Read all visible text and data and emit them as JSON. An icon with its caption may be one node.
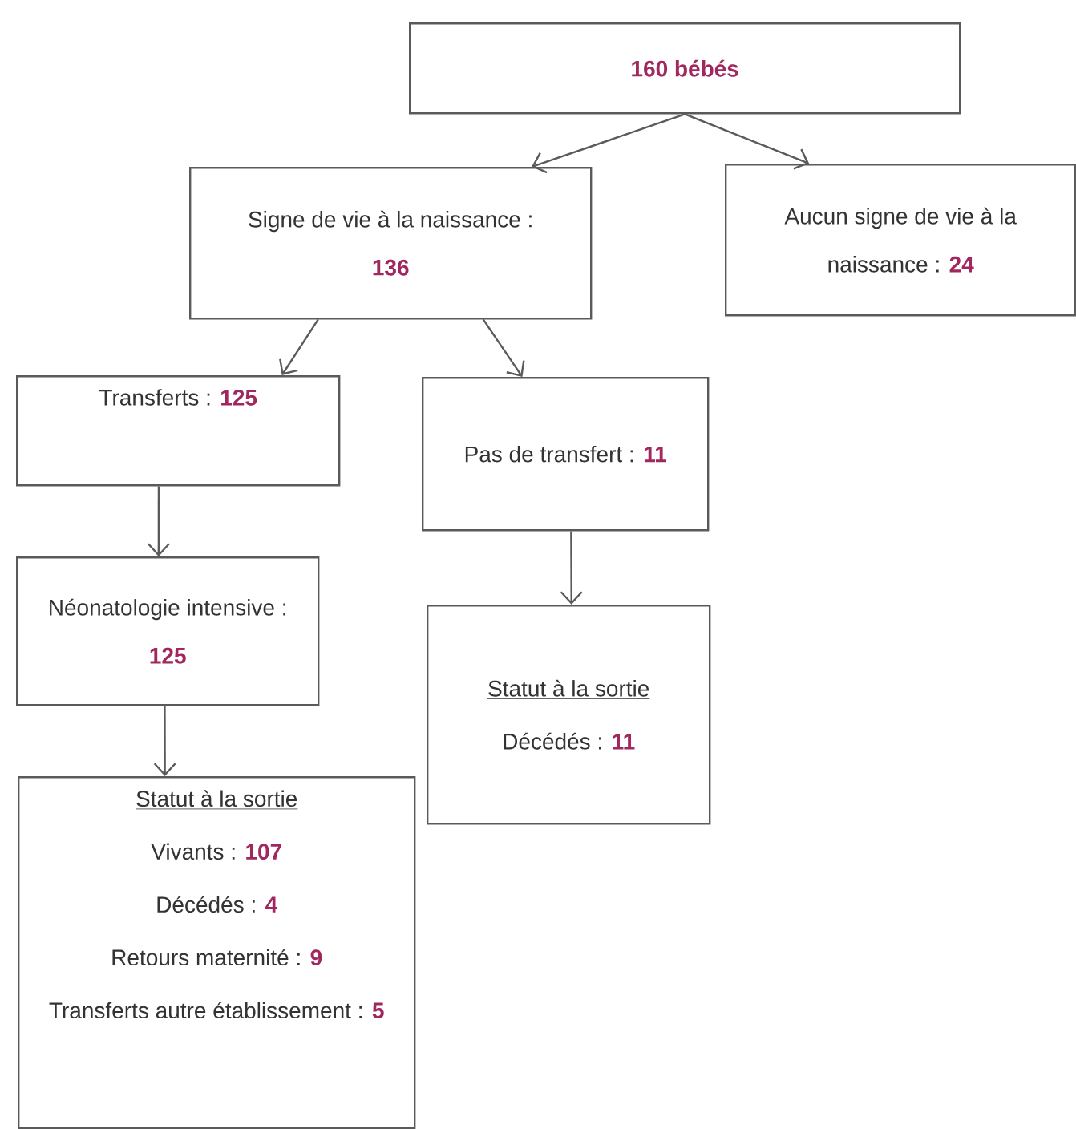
{
  "diagram": {
    "nodes": [
      {
        "text": [
          "160 bébés"
        ]
      },
      {
        "text": [
          "Signe de vie à la naissance : **136**"
        ]
      },
      {
        "text": [
          "Aucun signe de vie à la naissance : **24**"
        ]
      },
      {
        "text": [
          "Transferts : **125**"
        ]
      },
      {
        "text": [
          "Pas de transfert : **11**"
        ]
      },
      {
        "text": [
          "Néonatologie intensive : **125**"
        ]
      },
      {
        "text": [
          "Statut à la sortie",
          "Vivants : **107**",
          "Décédés : **4**",
          "Retours maternité : **9**",
          "Transferts autre établissement : **5**"
        ]
      },
      {
        "text": [
          "Statut à la sortie",
          "Décédés : **11**"
        ]
      }
    ],
    "edges": [
      {
        "from": 0,
        "to": 1,
        "arrow": "to"
      },
      {
        "from": 0,
        "to": 2,
        "arrow": "to"
      },
      {
        "from": 1,
        "to": 3,
        "arrow": "to"
      },
      {
        "from": 1,
        "to": 4,
        "arrow": "to"
      },
      {
        "from": 3,
        "to": 5,
        "arrow": "to"
      },
      {
        "from": 5,
        "to": 6,
        "arrow": "to"
      },
      {
        "from": 4,
        "to": 7,
        "arrow": "to"
      }
    ]
  }
}
